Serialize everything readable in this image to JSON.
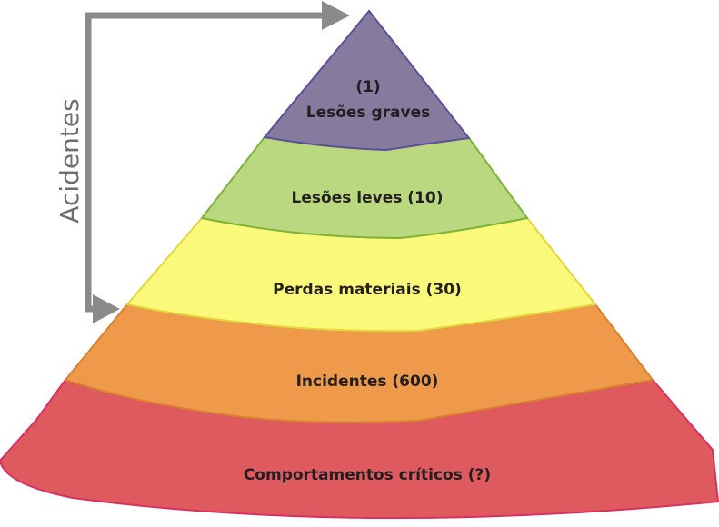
{
  "side_label": "Acidentes",
  "colors": {
    "arrow": "#8a8a8a",
    "label": "#231f20",
    "tier1_fill": "#867a9f",
    "tier1_stroke": "#5f4e9a",
    "tier2_fill": "#b9d87f",
    "tier2_stroke": "#7cb43a",
    "tier3_fill": "#fbf97a",
    "tier3_stroke": "#e2d63a",
    "tier4_fill": "#ee9a4a",
    "tier4_stroke": "#d9822e",
    "tier5_fill": "#df5a5f",
    "tier5_stroke": "#d8305f"
  },
  "tiers": [
    {
      "line1": "(1)",
      "line2": "Lesões graves"
    },
    {
      "label": "Lesões leves (10)"
    },
    {
      "label": "Perdas materiais (30)"
    },
    {
      "label": "Incidentes (600)"
    },
    {
      "label": "Comportamentos críticos (?)"
    }
  ]
}
